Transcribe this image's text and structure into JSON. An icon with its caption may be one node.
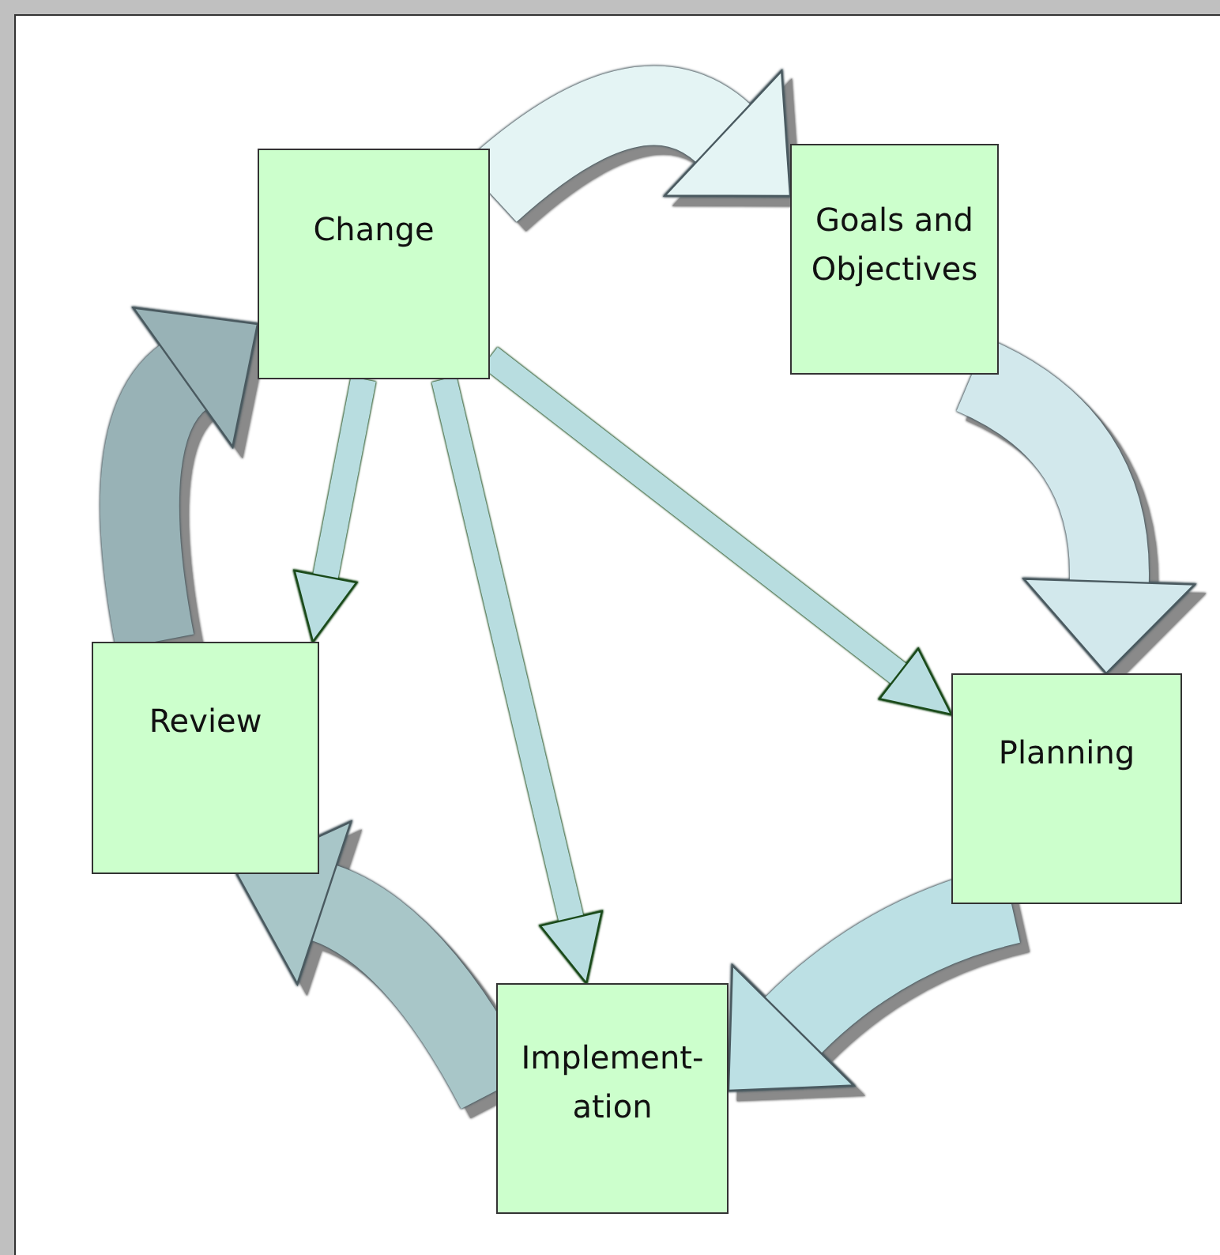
{
  "diagram": {
    "nodes": [
      {
        "text": [
          "Change"
        ]
      },
      {
        "text": [
          "Goals and Objectives"
        ]
      },
      {
        "text": [
          "Planning"
        ]
      },
      {
        "text": [
          "Implement- ation"
        ]
      },
      {
        "text": [
          "Review"
        ]
      }
    ],
    "edges": [
      {
        "from": 0,
        "to": 1,
        "arrow": "to",
        "color": "#e4f4f4"
      },
      {
        "from": 1,
        "to": 2,
        "arrow": "to",
        "color": "#d2e8ec"
      },
      {
        "from": 2,
        "to": 3,
        "arrow": "to",
        "color": "#bce0e4"
      },
      {
        "from": 3,
        "to": 4,
        "arrow": "to",
        "color": "#a8c6c8"
      },
      {
        "from": 4,
        "to": 0,
        "arrow": "to",
        "color": "#98b2b6"
      },
      {
        "from": 0,
        "to": 4,
        "arrow": "to"
      },
      {
        "from": 0,
        "to": 3,
        "arrow": "to"
      },
      {
        "from": 0,
        "to": 2,
        "arrow": "to"
      }
    ]
  }
}
